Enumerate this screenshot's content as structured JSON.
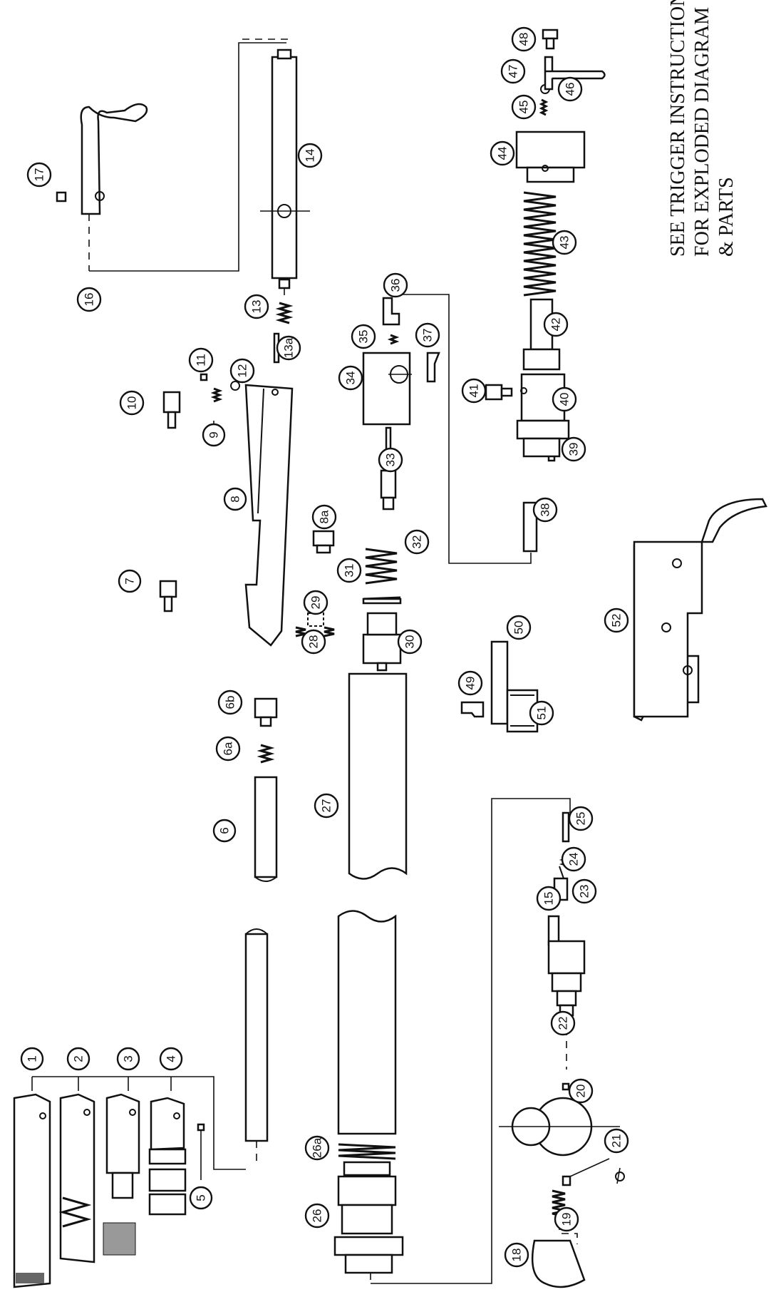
{
  "note": {
    "line1": "SEE TRIGGER INSTRUCTIONS",
    "line2": "FOR EXPLODED DIAGRAM",
    "line3": "& PARTS"
  },
  "callouts": [
    "1",
    "2",
    "3",
    "4",
    "5",
    "6",
    "6a",
    "6b",
    "7",
    "8",
    "8a",
    "9",
    "10",
    "11",
    "12",
    "13",
    "13a",
    "14",
    "15",
    "16",
    "17",
    "18",
    "19",
    "20",
    "21",
    "22",
    "23",
    "24",
    "25",
    "26",
    "26a",
    "27",
    "28",
    "29",
    "30",
    "31",
    "32",
    "33",
    "34",
    "35",
    "36",
    "37",
    "38",
    "39",
    "40",
    "41",
    "42",
    "43",
    "44",
    "45",
    "46",
    "47",
    "48",
    "49",
    "50",
    "51",
    "52"
  ]
}
